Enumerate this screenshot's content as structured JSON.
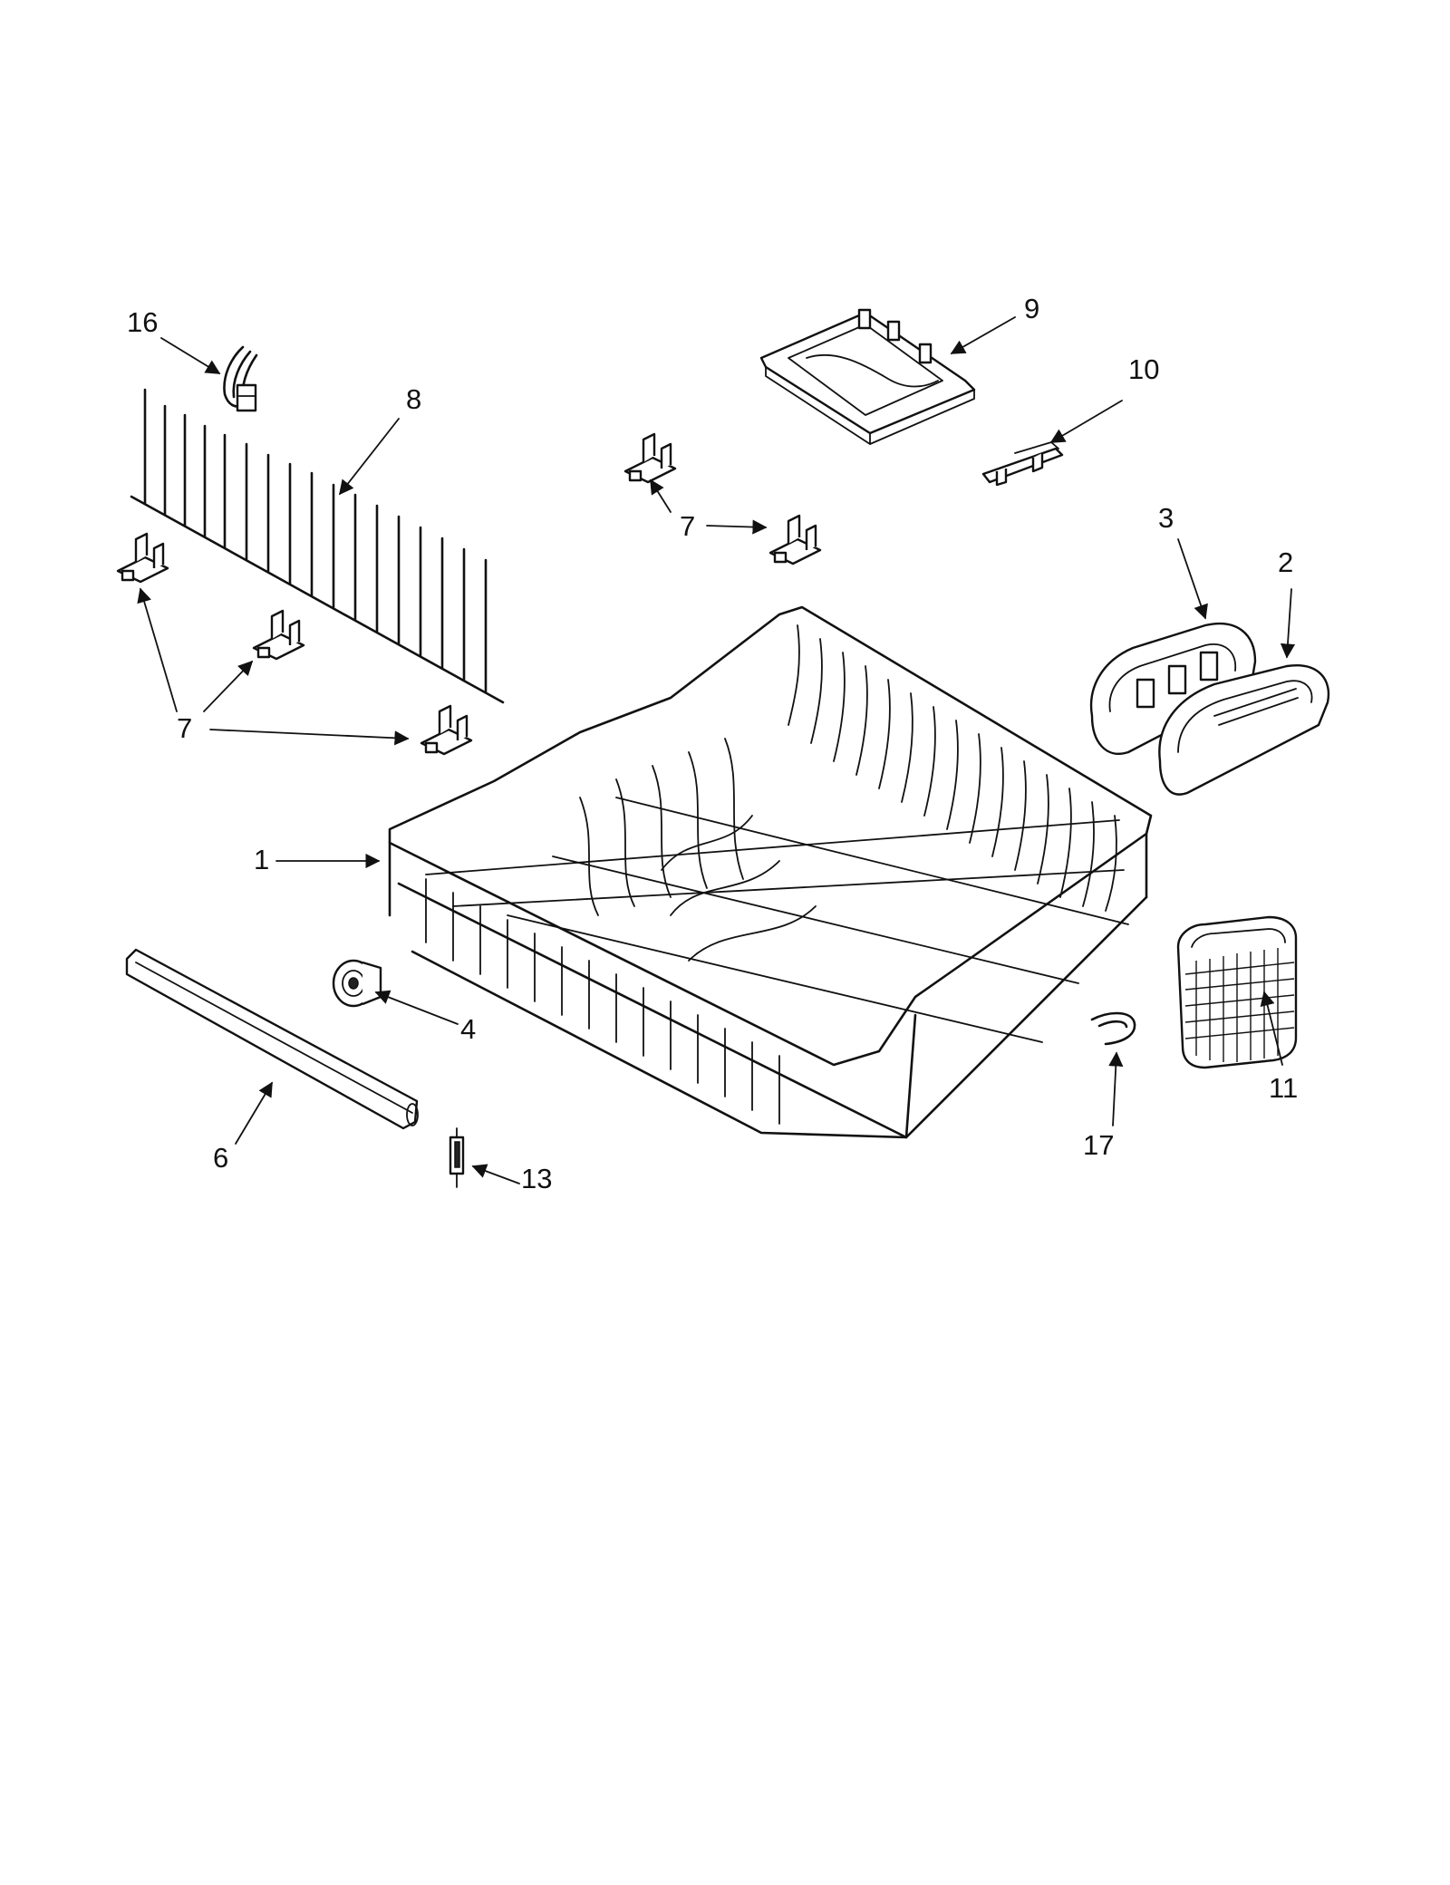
{
  "diagram": {
    "callouts": [
      {
        "id": "16",
        "text": "16"
      },
      {
        "id": "9",
        "text": "9"
      },
      {
        "id": "10",
        "text": "10"
      },
      {
        "id": "8",
        "text": "8"
      },
      {
        "id": "7a",
        "text": "7"
      },
      {
        "id": "3",
        "text": "3"
      },
      {
        "id": "2",
        "text": "2"
      },
      {
        "id": "7b",
        "text": "7"
      },
      {
        "id": "1",
        "text": "1"
      },
      {
        "id": "4",
        "text": "4"
      },
      {
        "id": "11",
        "text": "11"
      },
      {
        "id": "17",
        "text": "17"
      },
      {
        "id": "6",
        "text": "6"
      },
      {
        "id": "13",
        "text": "13"
      }
    ]
  }
}
